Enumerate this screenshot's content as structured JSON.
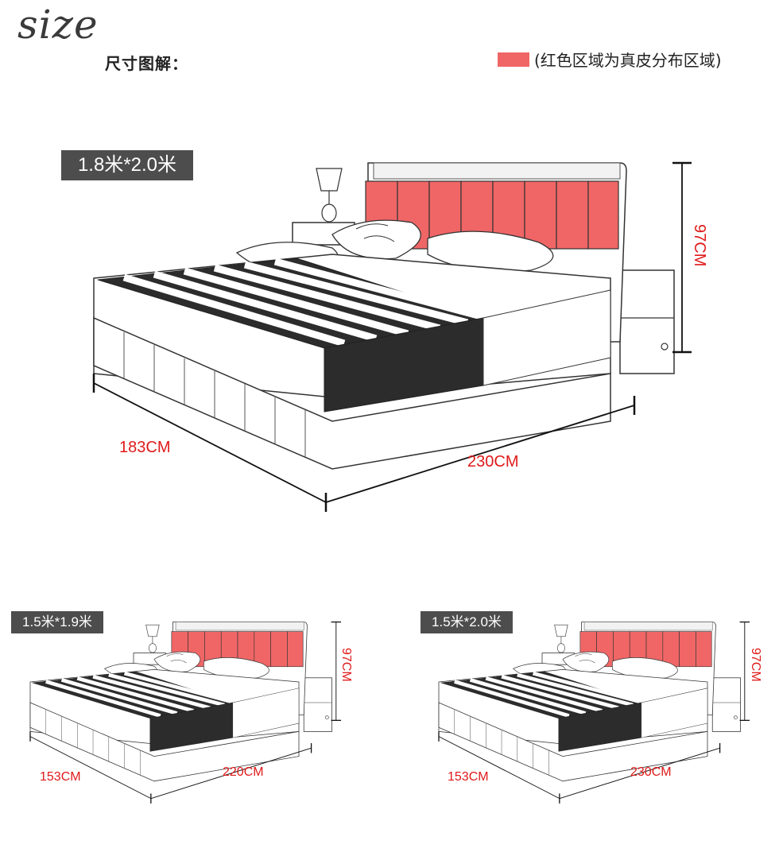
{
  "header": {
    "logo": "size",
    "subtitle": "尺寸图解：",
    "legend_color": "#f06666",
    "legend_text": "(红色区域为真皮分布区域)"
  },
  "beds": [
    {
      "size_label": "1.8米*2.0米",
      "width": "183CM",
      "length": "230CM",
      "height": "97CM"
    },
    {
      "size_label": "1.5米*1.9米",
      "width": "153CM",
      "length": "220CM",
      "height": "97CM"
    },
    {
      "size_label": "1.5米*2.0米",
      "width": "153CM",
      "length": "230CM",
      "height": "97CM"
    }
  ],
  "colors": {
    "leather": "#f06666",
    "dimension_text": "#e01a1a",
    "label_bg": "#4d4d4d"
  }
}
